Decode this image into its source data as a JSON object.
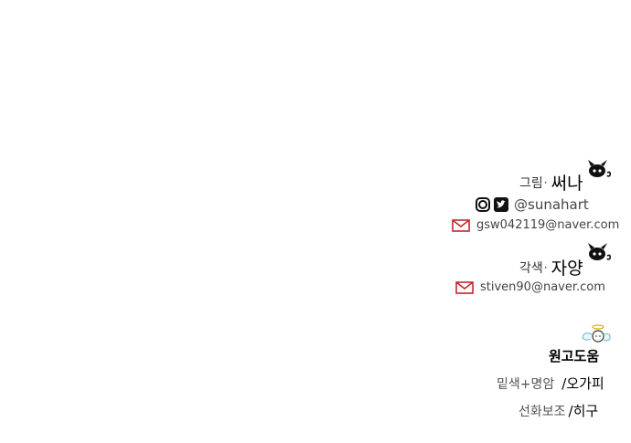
{
  "credits": {
    "art": {
      "label": "그림",
      "dot": "·",
      "name": "써나",
      "handle": "@sunahart",
      "email": "gsw042119@naver.com"
    },
    "color": {
      "label": "각색",
      "dot": "·",
      "name": "자양",
      "email": "stiven90@naver.com"
    },
    "assist": {
      "heading": "원고도움",
      "rows": [
        {
          "label": "밑색+명암",
          "name": "/오가피"
        },
        {
          "label": "선화보조",
          "name": "/히구"
        }
      ]
    }
  },
  "icons": [
    "devil-doodle-icon",
    "instagram-icon",
    "twitter-icon",
    "mail-icon",
    "angel-doodle-icon"
  ]
}
